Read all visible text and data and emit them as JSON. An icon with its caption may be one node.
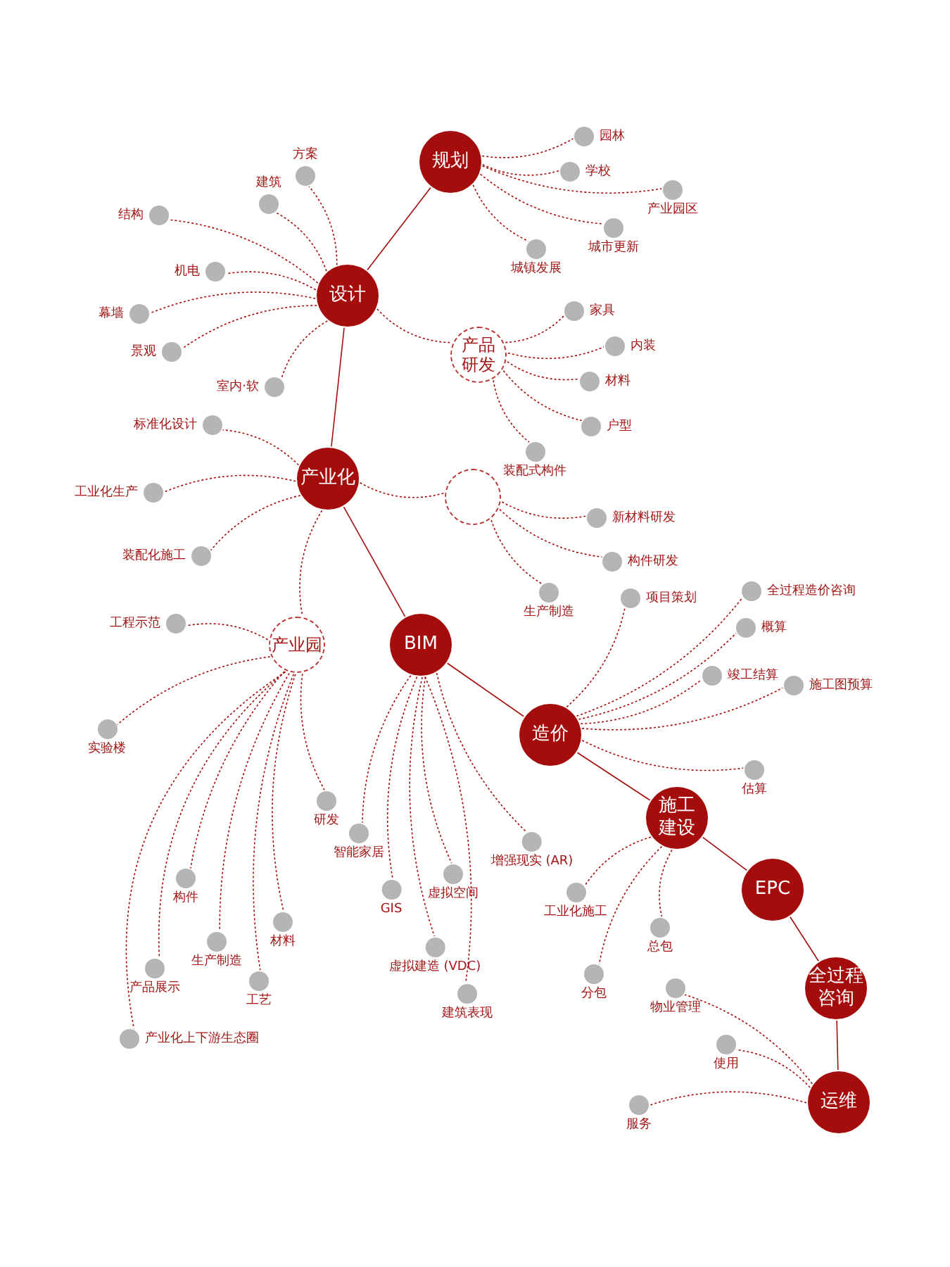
{
  "diagram": {
    "nodes": [
      {
        "text": [
          "规划"
        ]
      },
      {
        "text": [
          "设计"
        ]
      },
      {
        "text": [
          "产品研发"
        ]
      },
      {
        "text": [
          "产业化"
        ]
      },
      {
        "text": [],
        "shape": "circle"
      },
      {
        "text": [
          "产业园"
        ]
      },
      {
        "text": [
          "BIM"
        ]
      },
      {
        "text": [
          "造价"
        ]
      },
      {
        "text": [
          "施工建设"
        ]
      },
      {
        "text": [
          "EPC"
        ]
      },
      {
        "text": [
          "全过程咨询"
        ]
      },
      {
        "text": [
          "运维"
        ]
      },
      {
        "text": [
          "园林"
        ]
      },
      {
        "text": [
          "学校"
        ]
      },
      {
        "text": [
          "产业园区"
        ]
      },
      {
        "text": [
          "城市更新"
        ]
      },
      {
        "text": [
          "城镇发展"
        ]
      },
      {
        "text": [
          "方案"
        ]
      },
      {
        "text": [
          "建筑"
        ]
      },
      {
        "text": [
          "结构"
        ]
      },
      {
        "text": [
          "机电"
        ]
      },
      {
        "text": [
          "幕墙"
        ]
      },
      {
        "text": [
          "景观"
        ]
      },
      {
        "text": [
          "室内·软"
        ]
      },
      {
        "text": [
          "家具"
        ]
      },
      {
        "text": [
          "内装"
        ]
      },
      {
        "text": [
          "材料"
        ]
      },
      {
        "text": [
          "户型"
        ]
      },
      {
        "text": [
          "装配式构件"
        ]
      },
      {
        "text": [
          "标准化设计"
        ]
      },
      {
        "text": [
          "工业化生产"
        ]
      },
      {
        "text": [
          "装配化施工"
        ]
      },
      {
        "text": [
          "新材料研发"
        ]
      },
      {
        "text": [
          "构件研发"
        ]
      },
      {
        "text": [
          "生产制造"
        ]
      },
      {
        "text": [
          "工程示范"
        ]
      },
      {
        "text": [
          "实验楼"
        ]
      },
      {
        "text": [
          "构件"
        ]
      },
      {
        "text": [
          "产品展示"
        ]
      },
      {
        "text": [
          "产业化上下游生态圈"
        ]
      },
      {
        "text": [
          "生产制造"
        ]
      },
      {
        "text": [
          "工艺"
        ]
      },
      {
        "text": [
          "材料"
        ]
      },
      {
        "text": [
          "研发"
        ]
      },
      {
        "text": [
          "智能家居"
        ]
      },
      {
        "text": [
          "GIS"
        ]
      },
      {
        "text": [
          "虚拟建造 (VDC)"
        ]
      },
      {
        "text": [
          "虚拟空间"
        ]
      },
      {
        "text": [
          "建筑表现"
        ]
      },
      {
        "text": [
          "增强现实 (AR)"
        ]
      },
      {
        "text": [
          "项目策划"
        ]
      },
      {
        "text": [
          "全过程造价咨询"
        ]
      },
      {
        "text": [
          "概算"
        ]
      },
      {
        "text": [
          "竣工结算"
        ]
      },
      {
        "text": [
          "施工图预算"
        ]
      },
      {
        "text": [
          "估算"
        ]
      },
      {
        "text": [
          "工业化施工"
        ]
      },
      {
        "text": [
          "总包"
        ]
      },
      {
        "text": [
          "分包"
        ]
      },
      {
        "text": [
          "物业管理"
        ]
      },
      {
        "text": [
          "使用"
        ]
      },
      {
        "text": [
          "服务"
        ]
      }
    ],
    "edges": [
      {
        "from": 0,
        "to": 1,
        "arrow": "none"
      },
      {
        "from": 1,
        "to": 3,
        "arrow": "none"
      },
      {
        "from": 3,
        "to": 6,
        "arrow": "none"
      },
      {
        "from": 6,
        "to": 7,
        "arrow": "none"
      },
      {
        "from": 7,
        "to": 8,
        "arrow": "none"
      },
      {
        "from": 8,
        "to": 9,
        "arrow": "none"
      },
      {
        "from": 9,
        "to": 10,
        "arrow": "none"
      },
      {
        "from": 10,
        "to": 11,
        "arrow": "none"
      },
      {
        "from": 1,
        "to": 2,
        "arrow": "none",
        "style": "dashed"
      },
      {
        "from": 3,
        "to": 4,
        "arrow": "none",
        "style": "dashed"
      },
      {
        "from": 3,
        "to": 5,
        "arrow": "none",
        "style": "dashed"
      },
      {
        "from": 0,
        "to": 12,
        "arrow": "none",
        "style": "dashed"
      },
      {
        "from": 0,
        "to": 13,
        "arrow": "none",
        "style": "dashed"
      },
      {
        "from": 0,
        "to": 14,
        "arrow": "none",
        "style": "dashed"
      },
      {
        "from": 0,
        "to": 15,
        "arrow": "none",
        "style": "dashed"
      },
      {
        "from": 0,
        "to": 16,
        "arrow": "none",
        "style": "dashed"
      },
      {
        "from": 1,
        "to": 17,
        "arrow": "none",
        "style": "dashed"
      },
      {
        "from": 1,
        "to": 18,
        "arrow": "none",
        "style": "dashed"
      },
      {
        "from": 1,
        "to": 19,
        "arrow": "none",
        "style": "dashed"
      },
      {
        "from": 1,
        "to": 20,
        "arrow": "none",
        "style": "dashed"
      },
      {
        "from": 1,
        "to": 21,
        "arrow": "none",
        "style": "dashed"
      },
      {
        "from": 1,
        "to": 22,
        "arrow": "none",
        "style": "dashed"
      },
      {
        "from": 1,
        "to": 23,
        "arrow": "none",
        "style": "dashed"
      },
      {
        "from": 2,
        "to": 24,
        "arrow": "none",
        "style": "dashed"
      },
      {
        "from": 2,
        "to": 25,
        "arrow": "none",
        "style": "dashed"
      },
      {
        "from": 2,
        "to": 26,
        "arrow": "none",
        "style": "dashed"
      },
      {
        "from": 2,
        "to": 27,
        "arrow": "none",
        "style": "dashed"
      },
      {
        "from": 2,
        "to": 28,
        "arrow": "none",
        "style": "dashed"
      },
      {
        "from": 3,
        "to": 29,
        "arrow": "none",
        "style": "dashed"
      },
      {
        "from": 3,
        "to": 30,
        "arrow": "none",
        "style": "dashed"
      },
      {
        "from": 3,
        "to": 31,
        "arrow": "none",
        "style": "dashed"
      },
      {
        "from": 4,
        "to": 32,
        "arrow": "none",
        "style": "dashed"
      },
      {
        "from": 4,
        "to": 33,
        "arrow": "none",
        "style": "dashed"
      },
      {
        "from": 4,
        "to": 34,
        "arrow": "none",
        "style": "dashed"
      },
      {
        "from": 5,
        "to": 35,
        "arrow": "none",
        "style": "dashed"
      },
      {
        "from": 5,
        "to": 36,
        "arrow": "none",
        "style": "dashed"
      },
      {
        "from": 5,
        "to": 37,
        "arrow": "none",
        "style": "dashed"
      },
      {
        "from": 5,
        "to": 38,
        "arrow": "none",
        "style": "dashed"
      },
      {
        "from": 5,
        "to": 39,
        "arrow": "none",
        "style": "dashed"
      },
      {
        "from": 5,
        "to": 40,
        "arrow": "none",
        "style": "dashed"
      },
      {
        "from": 5,
        "to": 41,
        "arrow": "none",
        "style": "dashed"
      },
      {
        "from": 5,
        "to": 42,
        "arrow": "none",
        "style": "dashed"
      },
      {
        "from": 5,
        "to": 43,
        "arrow": "none",
        "style": "dashed"
      },
      {
        "from": 6,
        "to": 44,
        "arrow": "none",
        "style": "dashed"
      },
      {
        "from": 6,
        "to": 45,
        "arrow": "none",
        "style": "dashed"
      },
      {
        "from": 6,
        "to": 46,
        "arrow": "none",
        "style": "dashed"
      },
      {
        "from": 6,
        "to": 47,
        "arrow": "none",
        "style": "dashed"
      },
      {
        "from": 6,
        "to": 48,
        "arrow": "none",
        "style": "dashed"
      },
      {
        "from": 6,
        "to": 49,
        "arrow": "none",
        "style": "dashed"
      },
      {
        "from": 7,
        "to": 50,
        "arrow": "none",
        "style": "dashed"
      },
      {
        "from": 7,
        "to": 51,
        "arrow": "none",
        "style": "dashed"
      },
      {
        "from": 7,
        "to": 52,
        "arrow": "none",
        "style": "dashed"
      },
      {
        "from": 7,
        "to": 53,
        "arrow": "none",
        "style": "dashed"
      },
      {
        "from": 7,
        "to": 54,
        "arrow": "none",
        "style": "dashed"
      },
      {
        "from": 7,
        "to": 55,
        "arrow": "none",
        "style": "dashed"
      },
      {
        "from": 8,
        "to": 56,
        "arrow": "none",
        "style": "dashed"
      },
      {
        "from": 8,
        "to": 57,
        "arrow": "none",
        "style": "dashed"
      },
      {
        "from": 8,
        "to": 58,
        "arrow": "none",
        "style": "dashed"
      },
      {
        "from": 11,
        "to": 59,
        "arrow": "none",
        "style": "dashed"
      },
      {
        "from": 11,
        "to": 60,
        "arrow": "none",
        "style": "dashed"
      },
      {
        "from": 11,
        "to": 61,
        "arrow": "none",
        "style": "dashed"
      }
    ]
  }
}
